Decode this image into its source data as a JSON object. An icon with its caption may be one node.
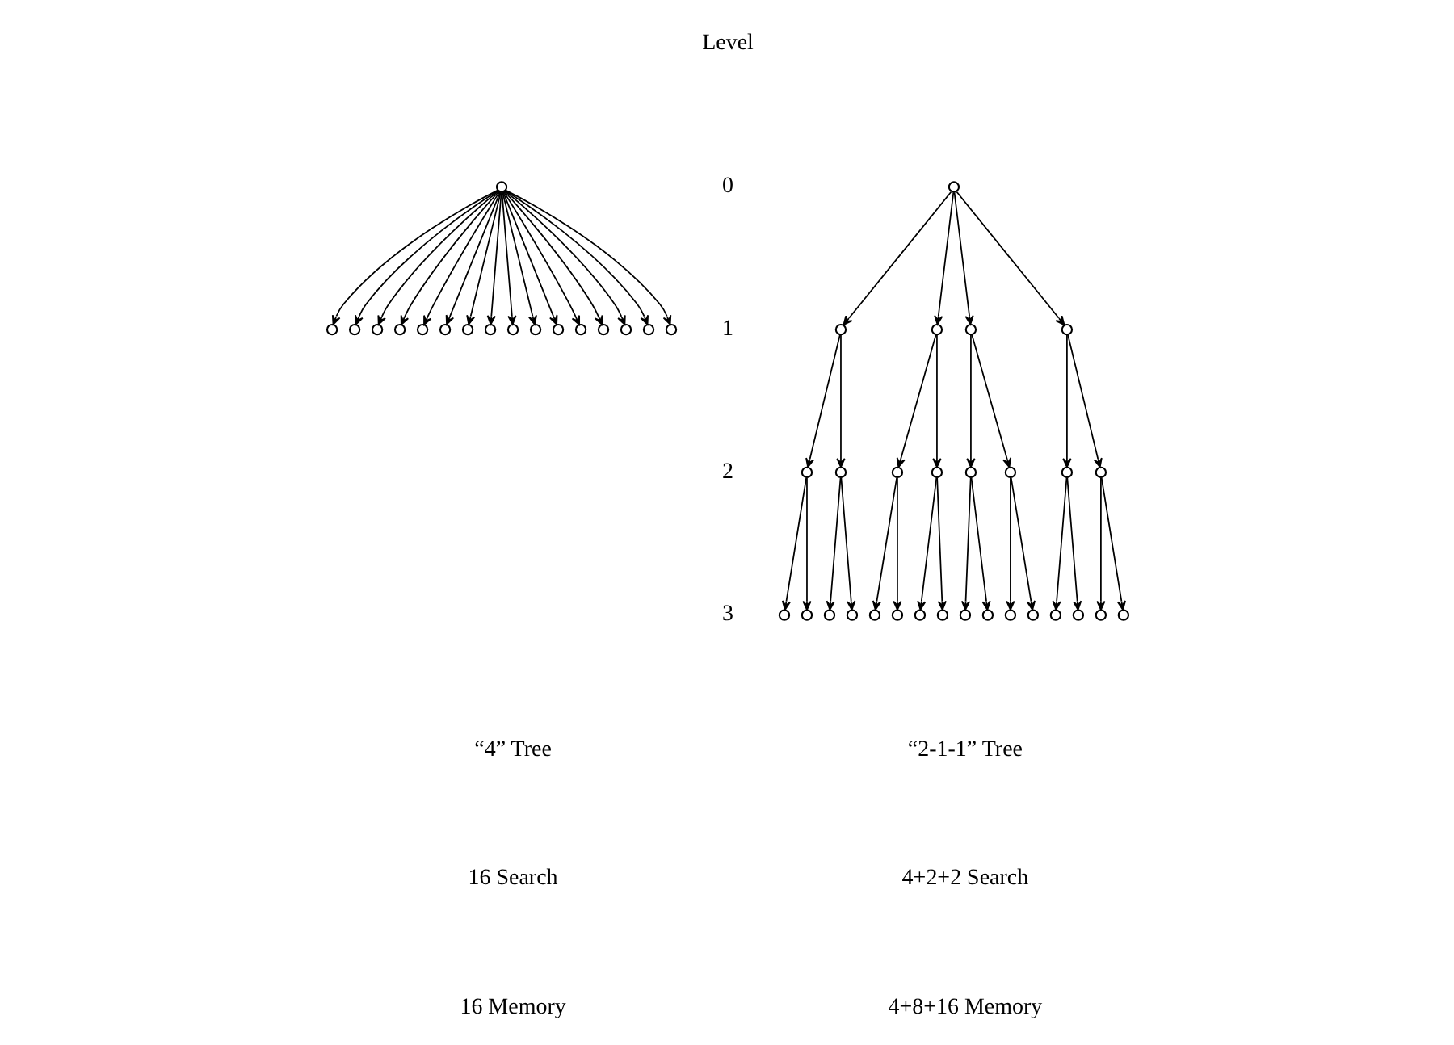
{
  "diagram": {
    "nodes": [
      {
        "text": [],
        "shape": "circle"
      },
      {
        "text": [],
        "shape": "circle"
      },
      {
        "text": [],
        "shape": "circle"
      },
      {
        "text": [],
        "shape": "circle"
      },
      {
        "text": [],
        "shape": "circle"
      },
      {
        "text": [],
        "shape": "circle"
      },
      {
        "text": [],
        "shape": "circle"
      },
      {
        "text": [],
        "shape": "circle"
      },
      {
        "text": [],
        "shape": "circle"
      },
      {
        "text": [],
        "shape": "circle"
      },
      {
        "text": [],
        "shape": "circle"
      },
      {
        "text": [],
        "shape": "circle"
      },
      {
        "text": [],
        "shape": "circle"
      },
      {
        "text": [],
        "shape": "circle"
      },
      {
        "text": [],
        "shape": "circle"
      },
      {
        "text": [],
        "shape": "circle"
      },
      {
        "text": [],
        "shape": "circle"
      },
      {
        "text": [],
        "shape": "circle"
      },
      {
        "text": [],
        "shape": "circle"
      },
      {
        "text": [],
        "shape": "circle"
      },
      {
        "text": [],
        "shape": "circle"
      },
      {
        "text": [],
        "shape": "circle"
      },
      {
        "text": [],
        "shape": "circle"
      },
      {
        "text": [],
        "shape": "circle"
      },
      {
        "text": [],
        "shape": "circle"
      },
      {
        "text": [],
        "shape": "circle"
      },
      {
        "text": [],
        "shape": "circle"
      },
      {
        "text": [],
        "shape": "circle"
      },
      {
        "text": [],
        "shape": "circle"
      },
      {
        "text": [],
        "shape": "circle"
      },
      {
        "text": [],
        "shape": "circle"
      },
      {
        "text": [],
        "shape": "circle"
      },
      {
        "text": [],
        "shape": "circle"
      },
      {
        "text": [],
        "shape": "circle"
      },
      {
        "text": [],
        "shape": "circle"
      },
      {
        "text": [],
        "shape": "circle"
      },
      {
        "text": [],
        "shape": "circle"
      },
      {
        "text": [],
        "shape": "circle"
      },
      {
        "text": [],
        "shape": "circle"
      },
      {
        "text": [],
        "shape": "circle"
      },
      {
        "text": [],
        "shape": "circle"
      },
      {
        "text": [],
        "shape": "circle"
      },
      {
        "text": [],
        "shape": "circle"
      },
      {
        "text": [],
        "shape": "circle"
      },
      {
        "text": [],
        "shape": "circle"
      },
      {
        "text": [],
        "shape": "circle"
      }
    ],
    "edges": [
      {
        "from": 0,
        "to": 1,
        "arrow": "to"
      },
      {
        "from": 0,
        "to": 2,
        "arrow": "to"
      },
      {
        "from": 0,
        "to": 3,
        "arrow": "to"
      },
      {
        "from": 0,
        "to": 4,
        "arrow": "to"
      },
      {
        "from": 0,
        "to": 5,
        "arrow": "to"
      },
      {
        "from": 0,
        "to": 6,
        "arrow": "to"
      },
      {
        "from": 0,
        "to": 7,
        "arrow": "to"
      },
      {
        "from": 0,
        "to": 8,
        "arrow": "to"
      },
      {
        "from": 0,
        "to": 9,
        "arrow": "to"
      },
      {
        "from": 0,
        "to": 10,
        "arrow": "to"
      },
      {
        "from": 0,
        "to": 11,
        "arrow": "to"
      },
      {
        "from": 0,
        "to": 12,
        "arrow": "to"
      },
      {
        "from": 0,
        "to": 13,
        "arrow": "to"
      },
      {
        "from": 0,
        "to": 14,
        "arrow": "to"
      },
      {
        "from": 0,
        "to": 15,
        "arrow": "to"
      },
      {
        "from": 0,
        "to": 16,
        "arrow": "to"
      },
      {
        "from": 17,
        "to": 18,
        "arrow": "to"
      },
      {
        "from": 17,
        "to": 19,
        "arrow": "to"
      },
      {
        "from": 17,
        "to": 20,
        "arrow": "to"
      },
      {
        "from": 17,
        "to": 21,
        "arrow": "to"
      },
      {
        "from": 18,
        "to": 22,
        "arrow": "to"
      },
      {
        "from": 18,
        "to": 23,
        "arrow": "to"
      },
      {
        "from": 19,
        "to": 24,
        "arrow": "to"
      },
      {
        "from": 19,
        "to": 25,
        "arrow": "to"
      },
      {
        "from": 20,
        "to": 26,
        "arrow": "to"
      },
      {
        "from": 20,
        "to": 27,
        "arrow": "to"
      },
      {
        "from": 21,
        "to": 28,
        "arrow": "to"
      },
      {
        "from": 21,
        "to": 29,
        "arrow": "to"
      },
      {
        "from": 22,
        "to": 30,
        "arrow": "to"
      },
      {
        "from": 22,
        "to": 31,
        "arrow": "to"
      },
      {
        "from": 23,
        "to": 32,
        "arrow": "to"
      },
      {
        "from": 23,
        "to": 33,
        "arrow": "to"
      },
      {
        "from": 24,
        "to": 34,
        "arrow": "to"
      },
      {
        "from": 24,
        "to": 35,
        "arrow": "to"
      },
      {
        "from": 25,
        "to": 36,
        "arrow": "to"
      },
      {
        "from": 25,
        "to": 37,
        "arrow": "to"
      },
      {
        "from": 26,
        "to": 38,
        "arrow": "to"
      },
      {
        "from": 26,
        "to": 39,
        "arrow": "to"
      },
      {
        "from": 27,
        "to": 40,
        "arrow": "to"
      },
      {
        "from": 27,
        "to": 41,
        "arrow": "to"
      },
      {
        "from": 28,
        "to": 42,
        "arrow": "to"
      },
      {
        "from": 28,
        "to": 43,
        "arrow": "to"
      },
      {
        "from": 29,
        "to": 44,
        "arrow": "to"
      },
      {
        "from": 29,
        "to": 45,
        "arrow": "to"
      }
    ],
    "labels": [
      "Level",
      "0",
      "1",
      "2",
      "3",
      "“4” Tree",
      "16 Search",
      "16 Memory",
      "“2-1-1” Tree",
      "4+2+2 Search",
      "4+8+16 Memory"
    ]
  }
}
